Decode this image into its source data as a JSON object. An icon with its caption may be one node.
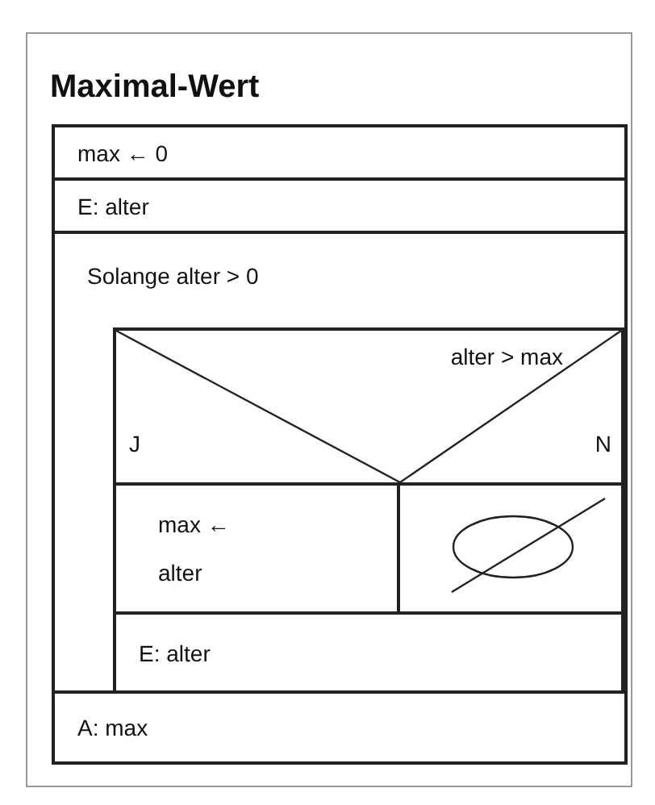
{
  "diagram": {
    "nodes": [
      {
        "text": [
          "Maximal-Wert"
        ]
      },
      {
        "text": [
          "max ← 0"
        ],
        "in": 0
      },
      {
        "text": [
          "E: alter"
        ],
        "in": 0
      },
      {
        "text": [
          "Solange alter > 0"
        ],
        "in": 0
      },
      {
        "text": [
          "alter > max",
          "J",
          "N"
        ],
        "in": 3
      },
      {
        "text": [
          "max ← alter"
        ],
        "in": 3
      },
      {
        "text": [],
        "shape": "box",
        "in": 3
      },
      {
        "text": [
          "E: alter"
        ],
        "in": 3
      },
      {
        "text": [
          "A: max"
        ],
        "in": 0
      }
    ]
  }
}
